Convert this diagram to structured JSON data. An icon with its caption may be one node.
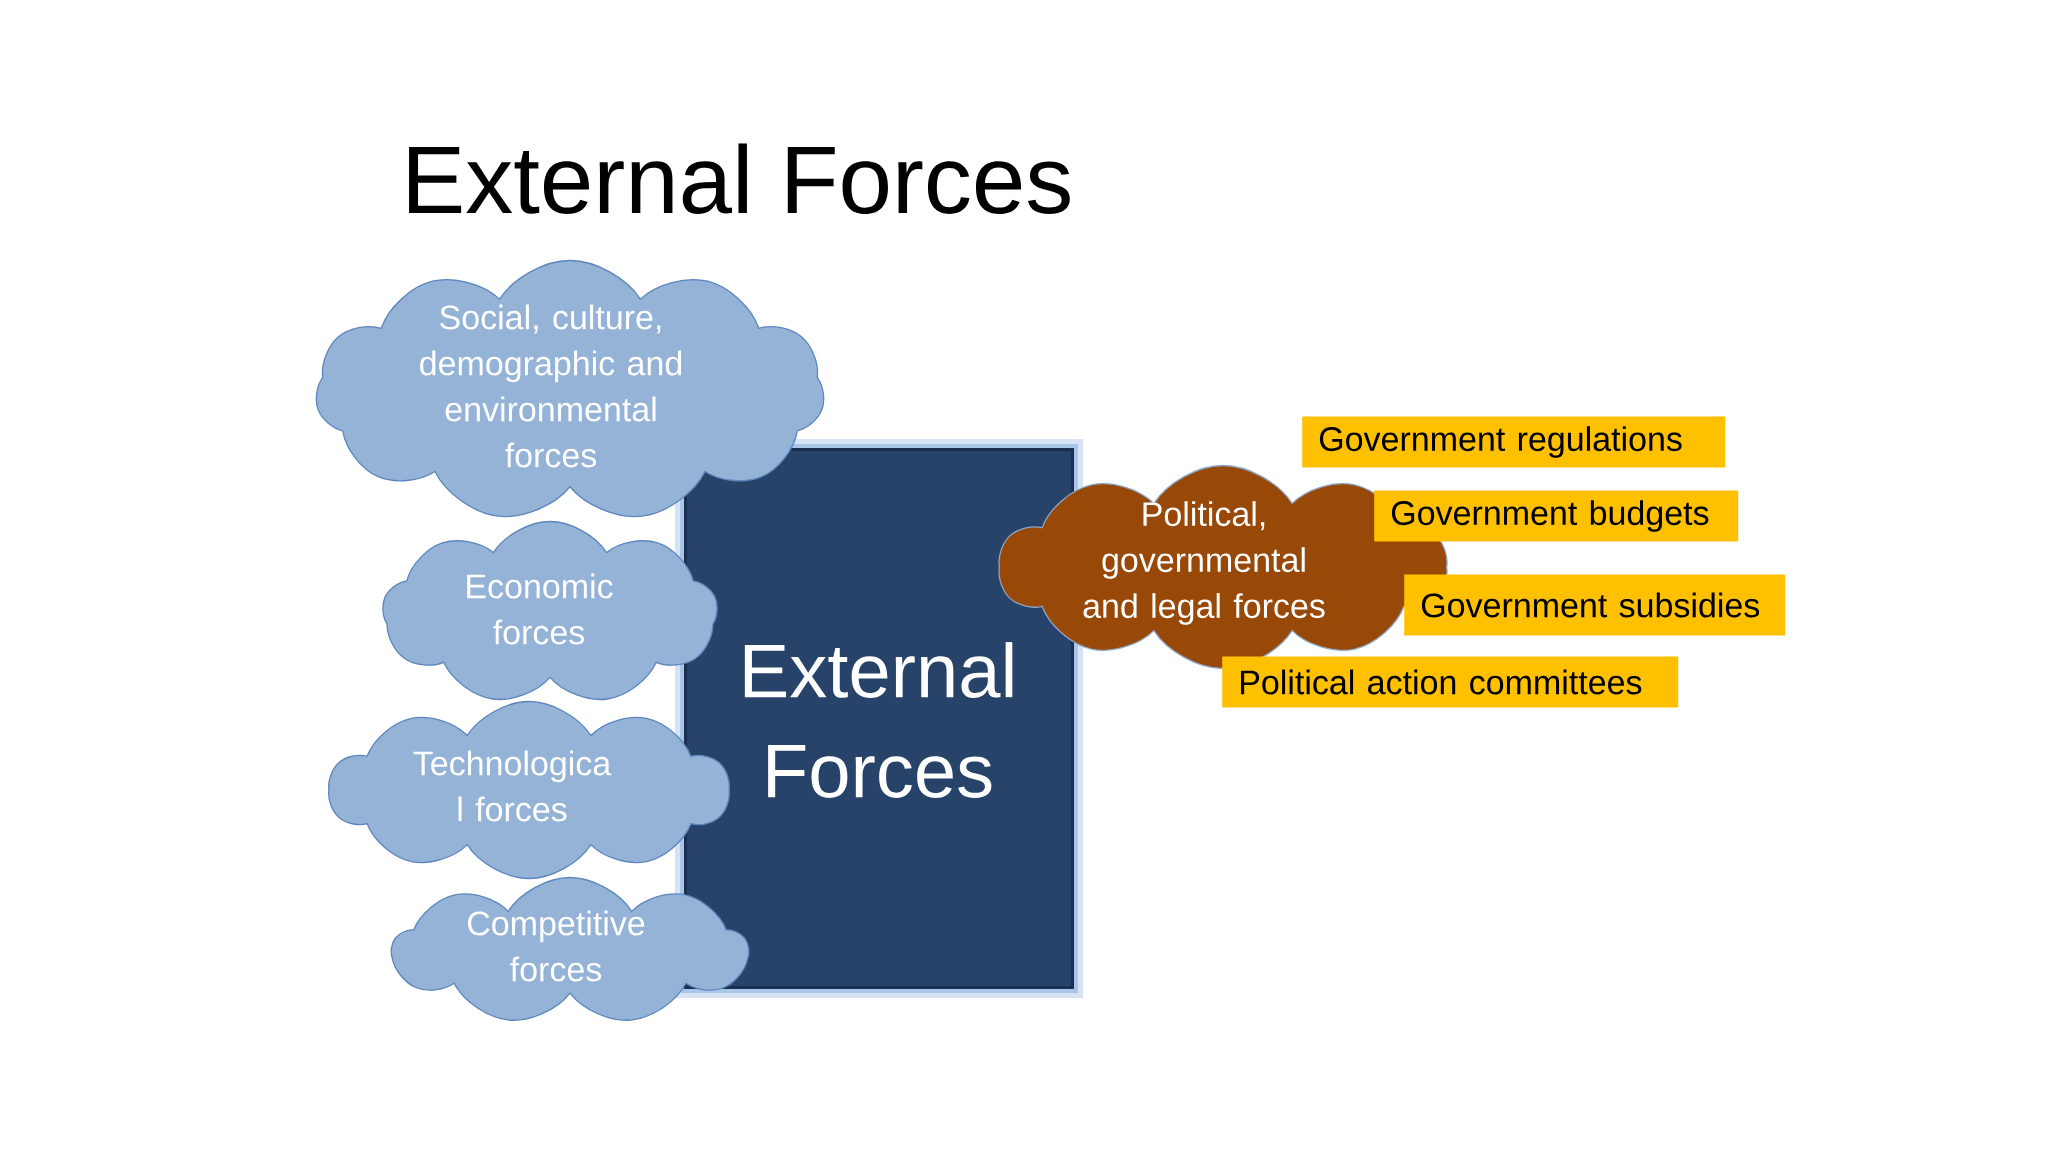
{
  "diagram": {
    "title": "External Forces",
    "nodes": [
      {
        "text": [
          "Social, culture, demographic and environmental forces"
        ]
      },
      {
        "text": [
          "Economic forces"
        ]
      },
      {
        "text": [
          "Technologica l forces"
        ]
      },
      {
        "text": [
          "Competitive forces"
        ]
      },
      {
        "text": [
          "External Forces"
        ]
      },
      {
        "text": [
          "Political, governmental and legal forces"
        ]
      },
      {
        "text": [
          "Government regulations"
        ]
      },
      {
        "text": [
          "Government budgets"
        ]
      },
      {
        "text": [
          "Government subsidies"
        ]
      },
      {
        "text": [
          "Political action committees"
        ]
      }
    ]
  }
}
